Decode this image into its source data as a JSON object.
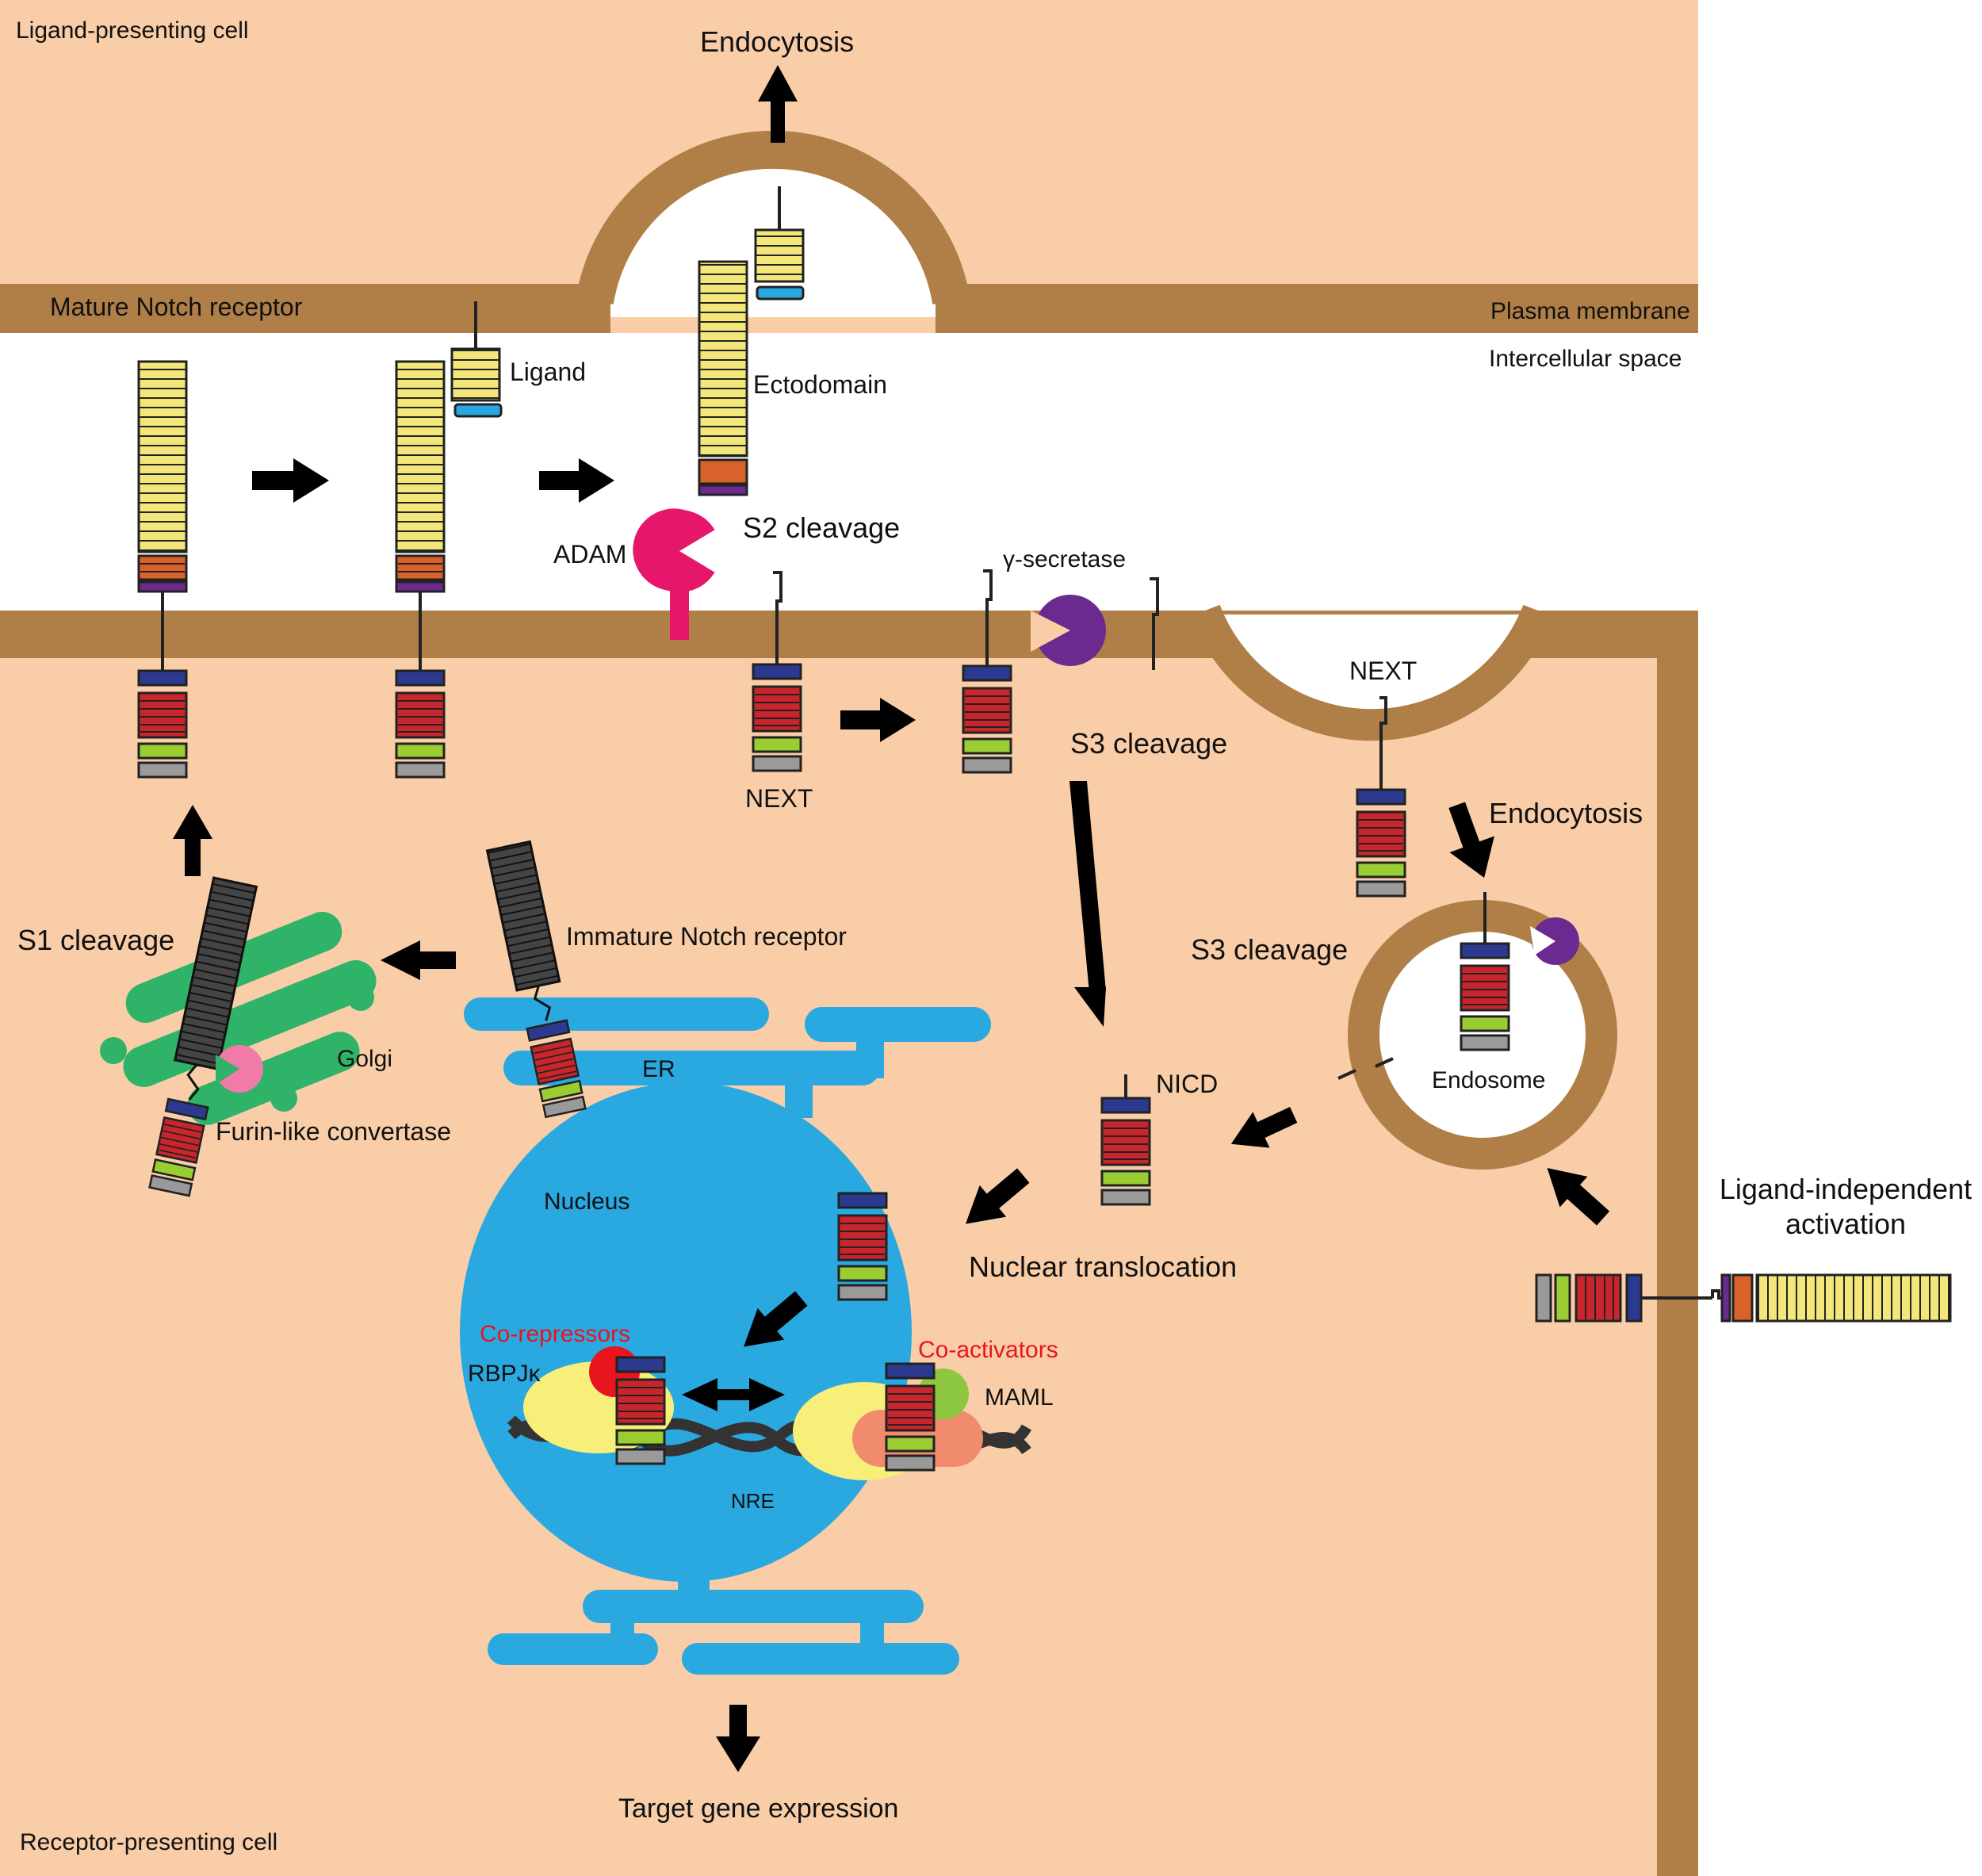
{
  "colors": {
    "cytoplasm": "#f9cda7",
    "membrane": "#b07f47",
    "nucleus": "#2aa8e0",
    "golgi": "#2fb368",
    "adam": "#e6176b",
    "gamma_secretase": "#6b2a8f",
    "furin": "#f07aa8",
    "co_repressor": "#e8141e",
    "co_activator": "#8dc63f",
    "rbpj": "#f7ef7a",
    "maml": "#f08b6e",
    "egf_repeat": "#f3e77a",
    "nrr": "#d9622b",
    "ram": "#2b3a8f",
    "ankyrin": "#c9252c",
    "tad": "#9acd32",
    "pest": "#9a9a9a",
    "ligand_tip": "#29a7e1",
    "label_red": "#e8141e"
  },
  "labels": {
    "ligand_presenting_cell": "Ligand-presenting cell",
    "endocytosis_top": "Endocytosis",
    "plasma_membrane": "Plasma membrane",
    "intercellular_space": "Intercellular space",
    "mature_notch": "Mature Notch receptor",
    "ligand": "Ligand",
    "ectodomain": "Ectodomain",
    "adam": "ADAM",
    "s2_cleavage": "S2 cleavage",
    "gamma_secretase": "γ-secretase",
    "next_1": "NEXT",
    "next_2": "NEXT",
    "s3_cleavage_1": "S3 cleavage",
    "endocytosis_right": "Endocytosis",
    "s3_cleavage_2": "S3 cleavage",
    "endosome": "Endosome",
    "s1_cleavage": "S1 cleavage",
    "immature_notch": "Immature Notch receptor",
    "golgi": "Golgi",
    "er": "ER",
    "furin": "Furin-like convertase",
    "nicd": "NICD",
    "nucleus": "Nucleus",
    "nuclear_translocation": "Nuclear translocation",
    "ligand_independent_1": "Ligand-independent",
    "ligand_independent_2": "activation",
    "co_repressors": "Co-repressors",
    "co_activators": "Co-activators",
    "rbpj": "RBPJκ",
    "maml": "MAML",
    "nre": "NRE",
    "target_gene": "Target gene expression",
    "receptor_presenting_cell": "Receptor-presenting cell"
  }
}
